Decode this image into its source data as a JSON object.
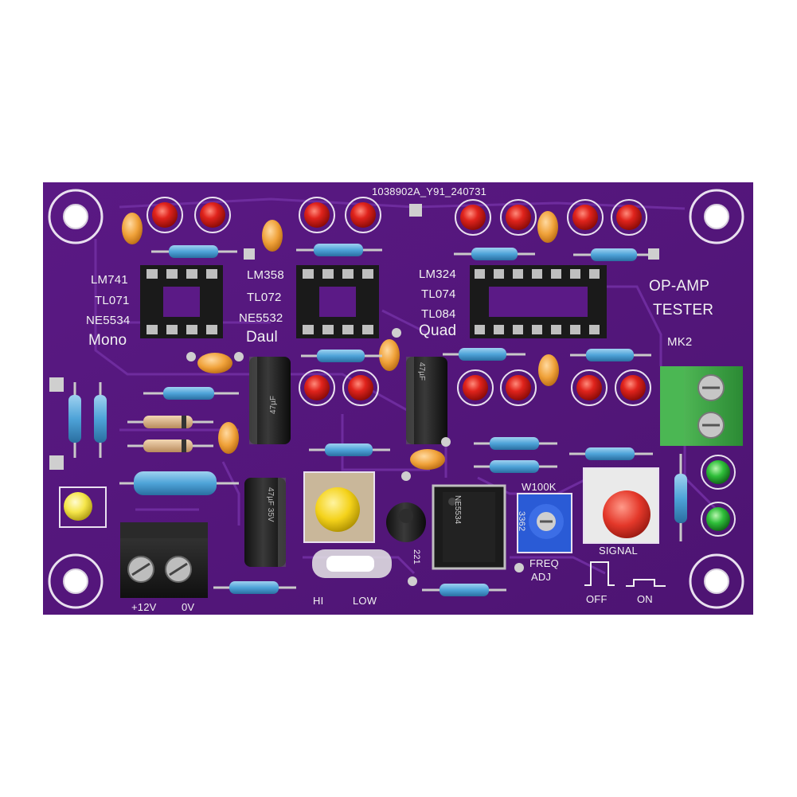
{
  "board": {
    "pcb_id": "1038902A_Y91_240731",
    "title_line1": "OP-AMP",
    "title_line2": "TESTER",
    "version": "MK2",
    "colors": {
      "pcb": "#5b1a86",
      "trace": "#6f2aa0",
      "silkscreen": "#f2f2f2",
      "led_red": "#e0231c",
      "led_green": "#2fbf3a",
      "led_yellow": "#f5e64a",
      "capacitor_orange": "#f0a23a",
      "terminal_green": "#3fae48",
      "button_yellow": "#f4d21a",
      "button_red": "#e4382a",
      "trimmer_blue": "#2a5bd6"
    }
  },
  "sockets": {
    "mono": {
      "parts": [
        "LM741",
        "TL071",
        "NE5534"
      ],
      "label": "Mono"
    },
    "dual": {
      "parts": [
        "LM358",
        "TL072",
        "NE5532"
      ],
      "label": "Daul"
    },
    "quad": {
      "parts": [
        "LM324",
        "TL074",
        "TL084"
      ],
      "label": "Quad"
    }
  },
  "power": {
    "plus_label": "+12V",
    "zero_label": "0V"
  },
  "range_switch": {
    "hi_label": "HI",
    "low_label": "LOW"
  },
  "trimmer": {
    "value": "W100K",
    "label_line1": "FREQ",
    "label_line2": "ADJ",
    "marking": "3362"
  },
  "signal_button": {
    "label": "SIGNAL"
  },
  "switch_legend": {
    "off_label": "OFF",
    "on_label": "ON"
  },
  "chip": {
    "marking": "NE5534"
  },
  "capacitors": {
    "c1": "47µF",
    "c2": "47µF",
    "c3": "47µF 35V",
    "c4": "221"
  }
}
